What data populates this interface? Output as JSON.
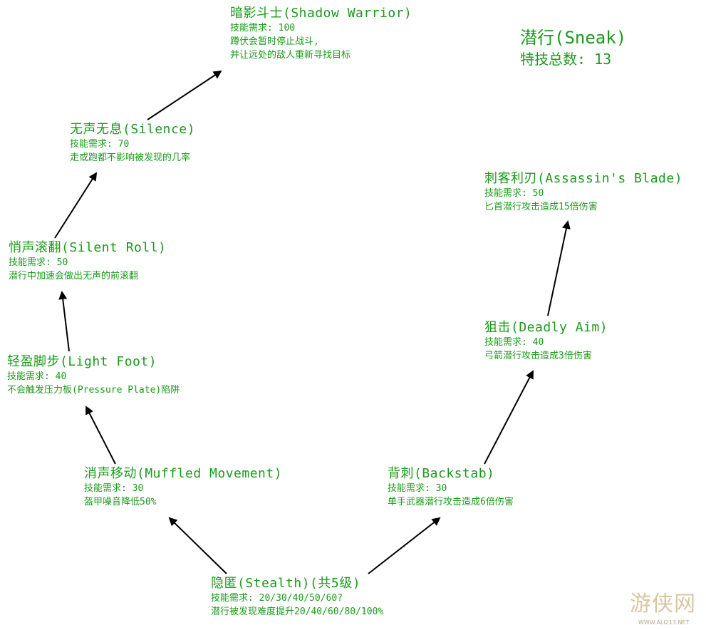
{
  "header": {
    "name": "潜行(Sneak)",
    "count": "特技总数: 13"
  },
  "nodes": {
    "shadow_warrior": {
      "title": "暗影斗士(Shadow Warrior)",
      "req": "技能需求: 100",
      "desc1": "蹲伏会暂时停止战斗,",
      "desc2": "并让远处的敌人重新寻找目标"
    },
    "silence": {
      "title": "无声无息(Silence)",
      "req": "技能需求: 70",
      "desc1": "走或跑都不影响被发现的几率"
    },
    "silent_roll": {
      "title": "悄声滚翻(Silent Roll)",
      "req": "技能需求: 50",
      "desc1": "潜行中加速会做出无声的前滚翻"
    },
    "light_foot": {
      "title": "轻盈脚步(Light Foot)",
      "req": "技能需求: 40",
      "desc1": "不会触发压力板(Pressure Plate)陷阱"
    },
    "muffled_movement": {
      "title": "消声移动(Muffled Movement)",
      "req": "技能需求: 30",
      "desc1": "盔甲噪音降低50%"
    },
    "stealth": {
      "title": "隐匿(Stealth)(共5级)",
      "req": "技能需求: 20/30/40/50/60?",
      "desc1": "潜行被发现难度提升20/40/60/80/100%"
    },
    "backstab": {
      "title": "背刺(Backstab)",
      "req": "技能需求: 30",
      "desc1": "单手武器潜行攻击造成6倍伤害"
    },
    "deadly_aim": {
      "title": "狙击(Deadly Aim)",
      "req": "技能需求: 40",
      "desc1": "弓箭潜行攻击造成3倍伤害"
    },
    "assassins_blade": {
      "title": "刺客利刃(Assassin's Blade)",
      "req": "技能需求: 50",
      "desc1": "匕首潜行攻击造成15倍伤害"
    }
  },
  "edges": [
    {
      "from": "stealth",
      "to": "muffled_movement"
    },
    {
      "from": "muffled_movement",
      "to": "light_foot"
    },
    {
      "from": "light_foot",
      "to": "silent_roll"
    },
    {
      "from": "silent_roll",
      "to": "silence"
    },
    {
      "from": "silence",
      "to": "shadow_warrior"
    },
    {
      "from": "stealth",
      "to": "backstab"
    },
    {
      "from": "backstab",
      "to": "deadly_aim"
    },
    {
      "from": "deadly_aim",
      "to": "assassins_blade"
    }
  ],
  "colors": {
    "text": "#1a9a1a",
    "arrow": "#000000"
  },
  "watermark": {
    "logo": "游侠网",
    "url": "WWW.ALI213.NET"
  }
}
